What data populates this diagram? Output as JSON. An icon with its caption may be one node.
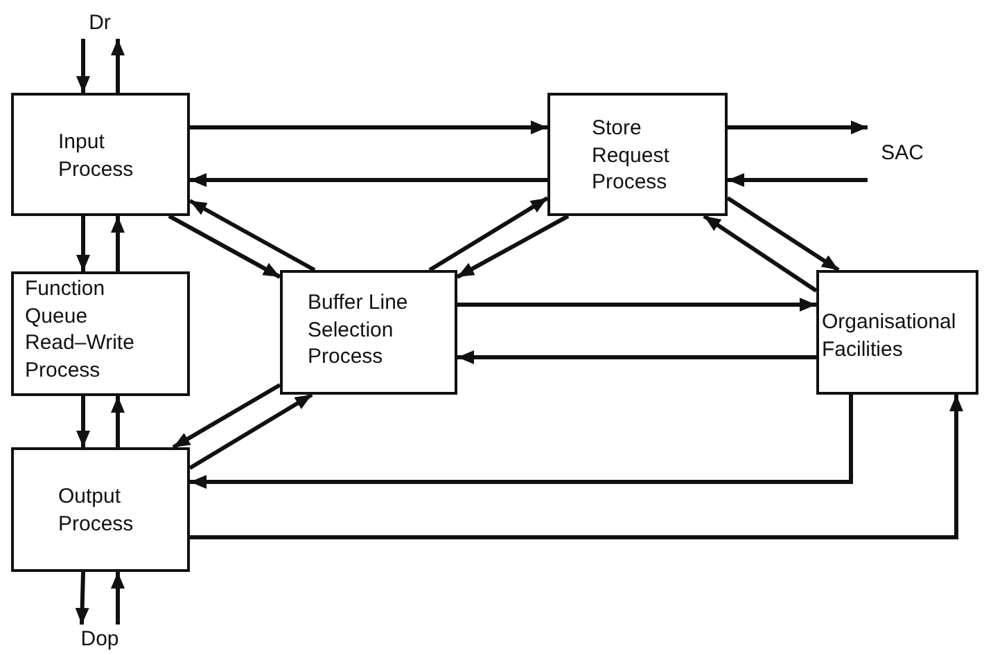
{
  "diagram": {
    "nodes": [
      {
        "text": [
          "Dr"
        ]
      },
      {
        "text": [
          "Input Process"
        ]
      },
      {
        "text": [
          "Store Request Process"
        ]
      },
      {
        "text": [
          "SAC"
        ]
      },
      {
        "text": [
          "Function Queue Read–Write Process"
        ]
      },
      {
        "text": [
          "Buffer Line Selection Process"
        ]
      },
      {
        "text": [
          "Organisational Facilities"
        ]
      },
      {
        "text": [
          "Output Process"
        ]
      },
      {
        "text": [
          "Dop"
        ]
      }
    ],
    "edges": [
      {
        "from": 0,
        "to": 1,
        "arrow": "to"
      },
      {
        "from": 1,
        "to": 0,
        "arrow": "to"
      },
      {
        "from": 1,
        "to": 2,
        "arrow": "to"
      },
      {
        "from": 2,
        "to": 1,
        "arrow": "to"
      },
      {
        "from": 2,
        "to": 3,
        "arrow": "to"
      },
      {
        "from": 3,
        "to": 2,
        "arrow": "to"
      },
      {
        "from": 1,
        "to": 4,
        "arrow": "to"
      },
      {
        "from": 4,
        "to": 1,
        "arrow": "to"
      },
      {
        "from": 5,
        "to": 1,
        "arrow": "to"
      },
      {
        "from": 1,
        "to": 5,
        "arrow": "to"
      },
      {
        "from": 5,
        "to": 2,
        "arrow": "to"
      },
      {
        "from": 2,
        "to": 5,
        "arrow": "to"
      },
      {
        "from": 2,
        "to": 6,
        "arrow": "to"
      },
      {
        "from": 6,
        "to": 2,
        "arrow": "to"
      },
      {
        "from": 5,
        "to": 6,
        "arrow": "to"
      },
      {
        "from": 6,
        "to": 5,
        "arrow": "to"
      },
      {
        "from": 4,
        "to": 7,
        "arrow": "to"
      },
      {
        "from": 7,
        "to": 4,
        "arrow": "to"
      },
      {
        "from": 5,
        "to": 7,
        "arrow": "to"
      },
      {
        "from": 7,
        "to": 5,
        "arrow": "to"
      },
      {
        "from": 6,
        "to": 7,
        "arrow": "to"
      },
      {
        "from": 7,
        "to": 6,
        "arrow": "to"
      },
      {
        "from": 7,
        "to": 8,
        "arrow": "to"
      },
      {
        "from": 8,
        "to": 7,
        "arrow": "to"
      }
    ]
  }
}
